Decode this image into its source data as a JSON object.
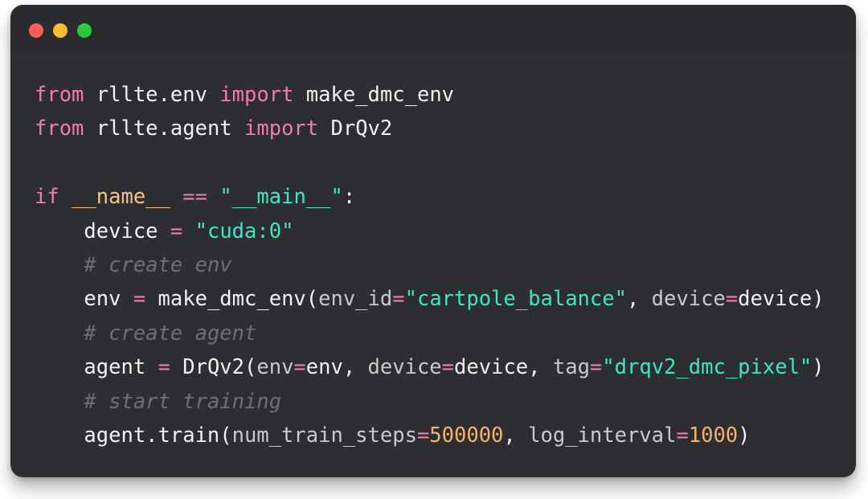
{
  "window": {
    "controls": [
      {
        "name": "close",
        "color": "#ff5f57"
      },
      {
        "name": "minimize",
        "color": "#febc2e"
      },
      {
        "name": "maximize",
        "color": "#28c840"
      }
    ]
  },
  "code": {
    "lines": [
      [
        {
          "t": "from",
          "c": "kw"
        },
        {
          "t": " rllte.env ",
          "c": "id"
        },
        {
          "t": "import",
          "c": "kw"
        },
        {
          "t": " make_dmc_env",
          "c": "id"
        }
      ],
      [
        {
          "t": "from",
          "c": "kw"
        },
        {
          "t": " rllte.agent ",
          "c": "id"
        },
        {
          "t": "import",
          "c": "kw"
        },
        {
          "t": " DrQv2",
          "c": "id"
        }
      ],
      [],
      [
        {
          "t": "if",
          "c": "kw"
        },
        {
          "t": " ",
          "c": "id"
        },
        {
          "t": "__name__",
          "c": "dunder"
        },
        {
          "t": " ",
          "c": "id"
        },
        {
          "t": "==",
          "c": "op"
        },
        {
          "t": " ",
          "c": "id"
        },
        {
          "t": "\"__main__\"",
          "c": "str"
        },
        {
          "t": ":",
          "c": "id"
        }
      ],
      [
        {
          "t": "    device ",
          "c": "id"
        },
        {
          "t": "=",
          "c": "op"
        },
        {
          "t": " ",
          "c": "id"
        },
        {
          "t": "\"cuda:0\"",
          "c": "str"
        }
      ],
      [
        {
          "t": "    ",
          "c": "id"
        },
        {
          "t": "# create env",
          "c": "cmt"
        }
      ],
      [
        {
          "t": "    env ",
          "c": "id"
        },
        {
          "t": "=",
          "c": "op"
        },
        {
          "t": " make_dmc_env(",
          "c": "id"
        },
        {
          "t": "env_id",
          "c": "arg"
        },
        {
          "t": "=",
          "c": "op"
        },
        {
          "t": "\"cartpole_balance\"",
          "c": "str"
        },
        {
          "t": ", ",
          "c": "id"
        },
        {
          "t": "device",
          "c": "arg"
        },
        {
          "t": "=",
          "c": "op"
        },
        {
          "t": "device)",
          "c": "id"
        }
      ],
      [
        {
          "t": "    ",
          "c": "id"
        },
        {
          "t": "# create agent",
          "c": "cmt"
        }
      ],
      [
        {
          "t": "    agent ",
          "c": "id"
        },
        {
          "t": "=",
          "c": "op"
        },
        {
          "t": " DrQv2(",
          "c": "id"
        },
        {
          "t": "env",
          "c": "arg"
        },
        {
          "t": "=",
          "c": "op"
        },
        {
          "t": "env, ",
          "c": "id"
        },
        {
          "t": "device",
          "c": "arg"
        },
        {
          "t": "=",
          "c": "op"
        },
        {
          "t": "device, ",
          "c": "id"
        },
        {
          "t": "tag",
          "c": "arg"
        },
        {
          "t": "=",
          "c": "op"
        },
        {
          "t": "\"drqv2_dmc_pixel\"",
          "c": "str"
        },
        {
          "t": ")",
          "c": "id"
        }
      ],
      [
        {
          "t": "    ",
          "c": "id"
        },
        {
          "t": "# start training",
          "c": "cmt"
        }
      ],
      [
        {
          "t": "    agent.train(",
          "c": "id"
        },
        {
          "t": "num_train_steps",
          "c": "arg"
        },
        {
          "t": "=",
          "c": "op"
        },
        {
          "t": "500000",
          "c": "num"
        },
        {
          "t": ", ",
          "c": "id"
        },
        {
          "t": "log_interval",
          "c": "arg"
        },
        {
          "t": "=",
          "c": "op"
        },
        {
          "t": "1000",
          "c": "num"
        },
        {
          "t": ")",
          "c": "id"
        }
      ]
    ]
  }
}
